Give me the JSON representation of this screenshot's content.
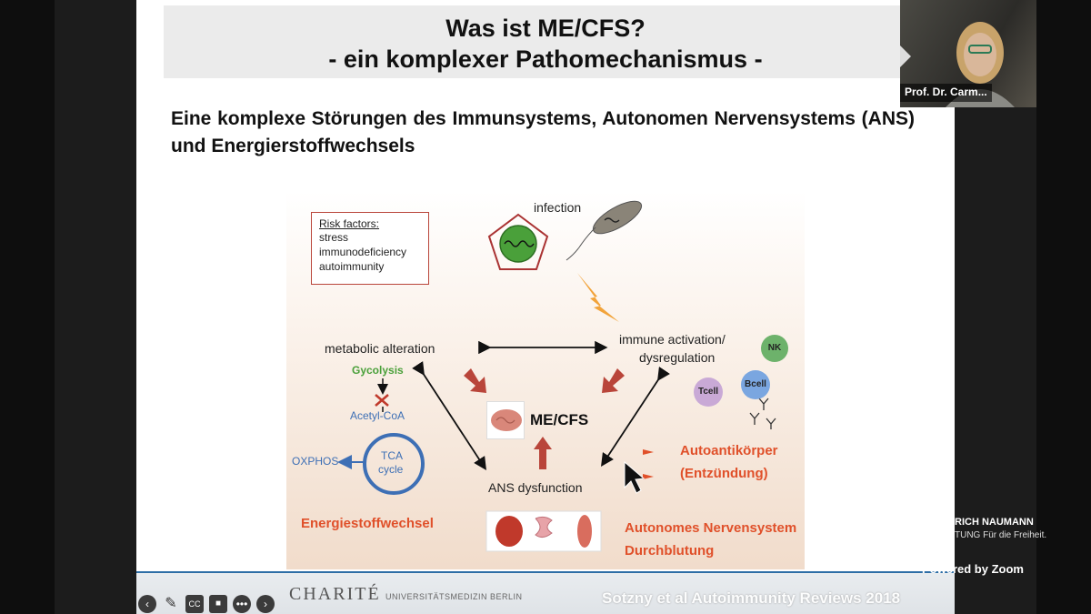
{
  "slide": {
    "title_line1": "Was ist ME/CFS?",
    "title_line2": "- ein komplexer Pathomechanismus -",
    "subtitle": "Eine komplexe Störungen des Immunsystems, Autonomen Nervensystems (ANS) und Energierstoffwechsels"
  },
  "diagram": {
    "risk_title": "Risk factors:",
    "risk_items": [
      "stress",
      "immunodeficiency",
      "autoimmunity"
    ],
    "infection": "infection",
    "metabolic": "metabolic alteration",
    "immune_line1": "immune activation/",
    "immune_line2": "dysregulation",
    "glycolysis": "Gycolysis",
    "acetyl": "Acetyl-CoA",
    "oxphos": "OXPHOS",
    "tca1": "TCA",
    "tca2": "cycle",
    "center": "ME/CFS",
    "ans": "ANS dysfunction",
    "nk": "NK",
    "tcell": "Tcell",
    "bcell": "Bcell",
    "auto_line1": "Autoantikörper",
    "auto_line2": "(Entzündung)",
    "energy": "Energiestoffwechsel",
    "ans_de_line1": "Autonomes Nervensystem",
    "ans_de_line2": "Durchblutung",
    "colors": {
      "orange": "#e0502a",
      "arrow_red": "#b9453a",
      "green": "#4aa03a",
      "blue": "#3d6fb5"
    }
  },
  "toolbar": {
    "charite": "CHARITÉ",
    "charite_sub": "UNIVERSITÄTSMEDIZIN BERLIN",
    "citation": "Sotzny et al Autoimmunity Reviews 2018",
    "icons": [
      "back-icon",
      "pen-icon",
      "captions-icon",
      "video-icon",
      "more-icon",
      "forward-icon"
    ]
  },
  "video": {
    "speaker_name": "Prof. Dr. Carm..."
  },
  "overlay": {
    "brand_line1": "RICH NAUMANN",
    "brand_line2": "TUNG Für die Freiheit.",
    "powered": "Powered by Zoom"
  }
}
